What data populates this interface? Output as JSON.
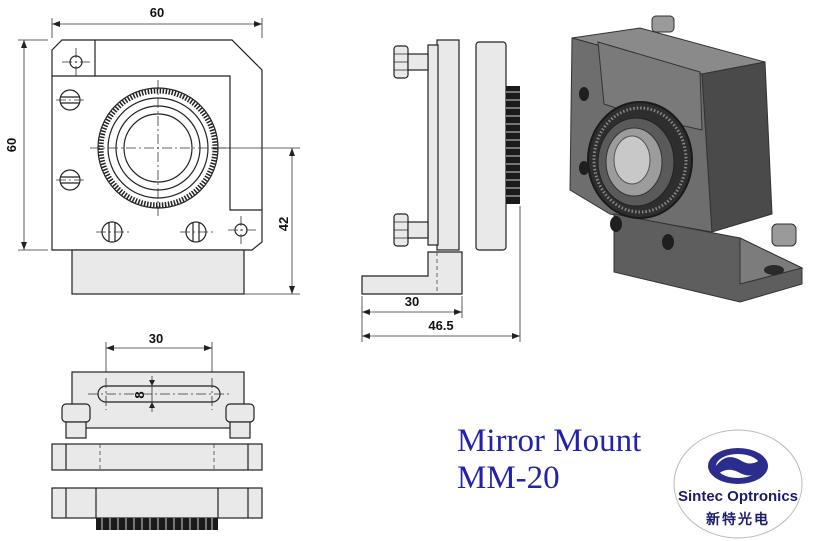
{
  "title": {
    "line1": "Mirror Mount",
    "line2": "MM-20"
  },
  "logo": {
    "brand": "Sintec Optronics",
    "chinese": "新特光电",
    "color_primary": "#2c2c8e",
    "color_text": "#1b1b6a"
  },
  "dimensions": {
    "front_width": "60",
    "front_height": "60",
    "front_center_height": "42",
    "side_base": "30",
    "side_depth": "46.5",
    "bottom_slot_length": "30",
    "bottom_slot_width": "8"
  },
  "colors": {
    "title": "#2222aa",
    "render_body": "#6e6e6e",
    "render_dark": "#4a4a4a"
  }
}
